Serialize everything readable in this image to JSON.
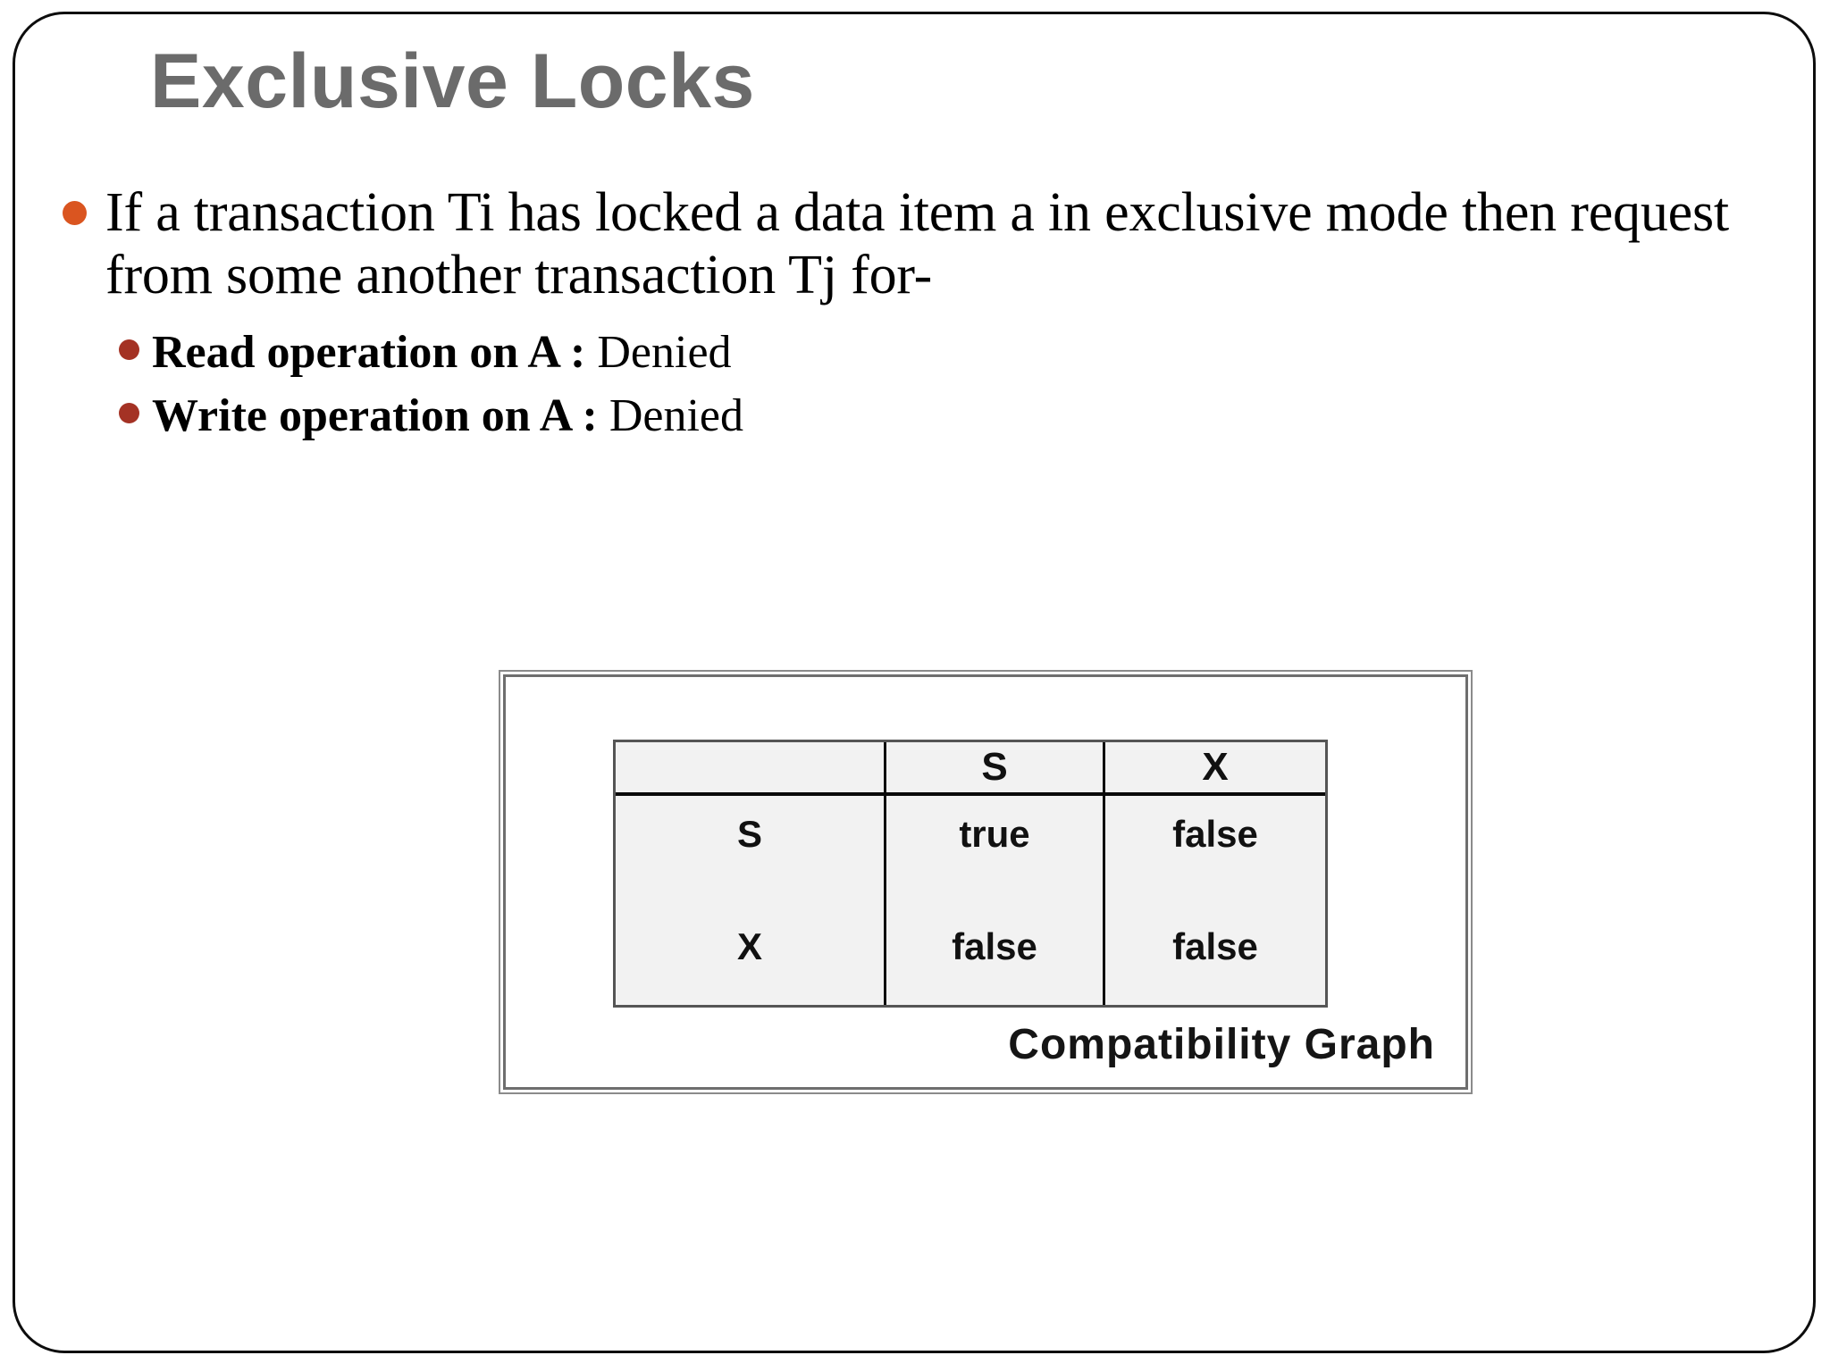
{
  "slide": {
    "title": "Exclusive Locks",
    "title_color": "#6b6b6b",
    "background_color": "#ffffff",
    "border_color": "#0d0d0d"
  },
  "bullets": {
    "level1_bullet_color": "#da5520",
    "level2_bullet_color": "#a43224",
    "main": {
      "text": "If a transaction Ti has locked a data item a in exclusive mode then request from some another transaction Tj for-"
    },
    "sub": [
      {
        "label": "Read operation on A :",
        "value": "Denied"
      },
      {
        "label": "Write operation on A :",
        "value": "Denied"
      }
    ]
  },
  "figure": {
    "caption": "Compatibility  Graph",
    "chart_data": {
      "type": "table",
      "title": "Compatibility Graph",
      "columns": [
        "",
        "S",
        "X"
      ],
      "rows": [
        {
          "header": "S",
          "values": [
            "true",
            "false"
          ]
        },
        {
          "header": "X",
          "values": [
            "false",
            "false"
          ]
        }
      ]
    }
  }
}
